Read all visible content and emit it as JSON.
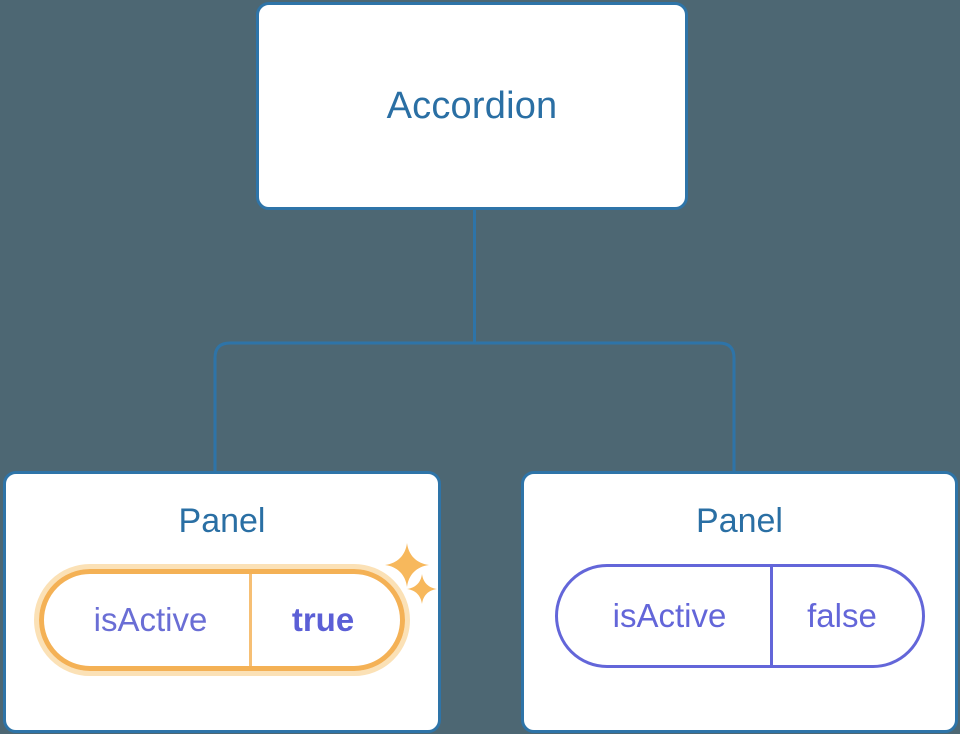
{
  "canvas": {
    "background_color": "#4d6773",
    "line_color": "#2e74a8",
    "card_border_color": "#2e74a8",
    "card_background": "#ffffff",
    "title_color": "#2a6fa4"
  },
  "tree": {
    "root": {
      "label": "Accordion"
    },
    "children": [
      {
        "label": "Panel",
        "highlighted": true,
        "prop": {
          "key": "isActive",
          "value": "true",
          "value_bold": true,
          "border_color": "#f4b155",
          "halo_color": "#fbe1b6",
          "key_color": "#6a6ed5",
          "value_color": "#5b5fd6"
        },
        "decoration": {
          "sparkle_color": "#f7b85c",
          "sparkle_big": "sparkle-icon",
          "sparkle_small": "sparkle-icon"
        }
      },
      {
        "label": "Panel",
        "highlighted": false,
        "prop": {
          "key": "isActive",
          "value": "false",
          "value_bold": false,
          "border_color": "#6366d9",
          "key_color": "#6366d9",
          "value_color": "#6366d9"
        }
      }
    ]
  }
}
